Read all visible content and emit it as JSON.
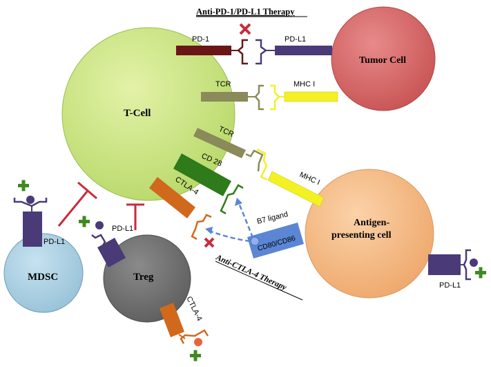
{
  "cells": {
    "tcell": "T-Cell",
    "tumor": "Tumor Cell",
    "apc_line1": "Antigen-",
    "apc_line2": "presenting cell",
    "mdsc": "MDSC",
    "treg": "Treg"
  },
  "therapies": {
    "pd1": "Anti-PD-1/PD-L1 Therapy",
    "ctla4": "Anti-CTLA-4 Therapy"
  },
  "receptors": {
    "pd1": "PD-1",
    "pdl1_tumor": "PD-L1",
    "tcr_top": "TCR",
    "mhc_top": "MHC I",
    "tcr_apc": "TCR",
    "cd28": "CD 28",
    "ctla4_tcell": "CTLA-4",
    "mhc_apc": "MHC I",
    "b7": "B7 ligand",
    "cd80": "CD80/CD86",
    "pdl1_mdsc": "PD-L1",
    "pdl1_treg": "PD-L1",
    "ctla4_treg": "CTLA-4",
    "pdl1_apc": "PD-L1"
  },
  "colors": {
    "tcell": "#c6e07a",
    "tumor": "#d56a6a",
    "apc": "#f4b77f",
    "mdsc": "#a9cde0",
    "treg": "#6e6e6e",
    "pd1": "#6b1616",
    "pdl1": "#4a3a78",
    "tcr": "#8a8a5a",
    "mhc": "#f3f024",
    "cd28": "#2f7a1a",
    "ctla4": "#d0691c",
    "cd80": "#5a86d4",
    "block": "#cc2a3a",
    "plus": "#3f8a1f"
  }
}
